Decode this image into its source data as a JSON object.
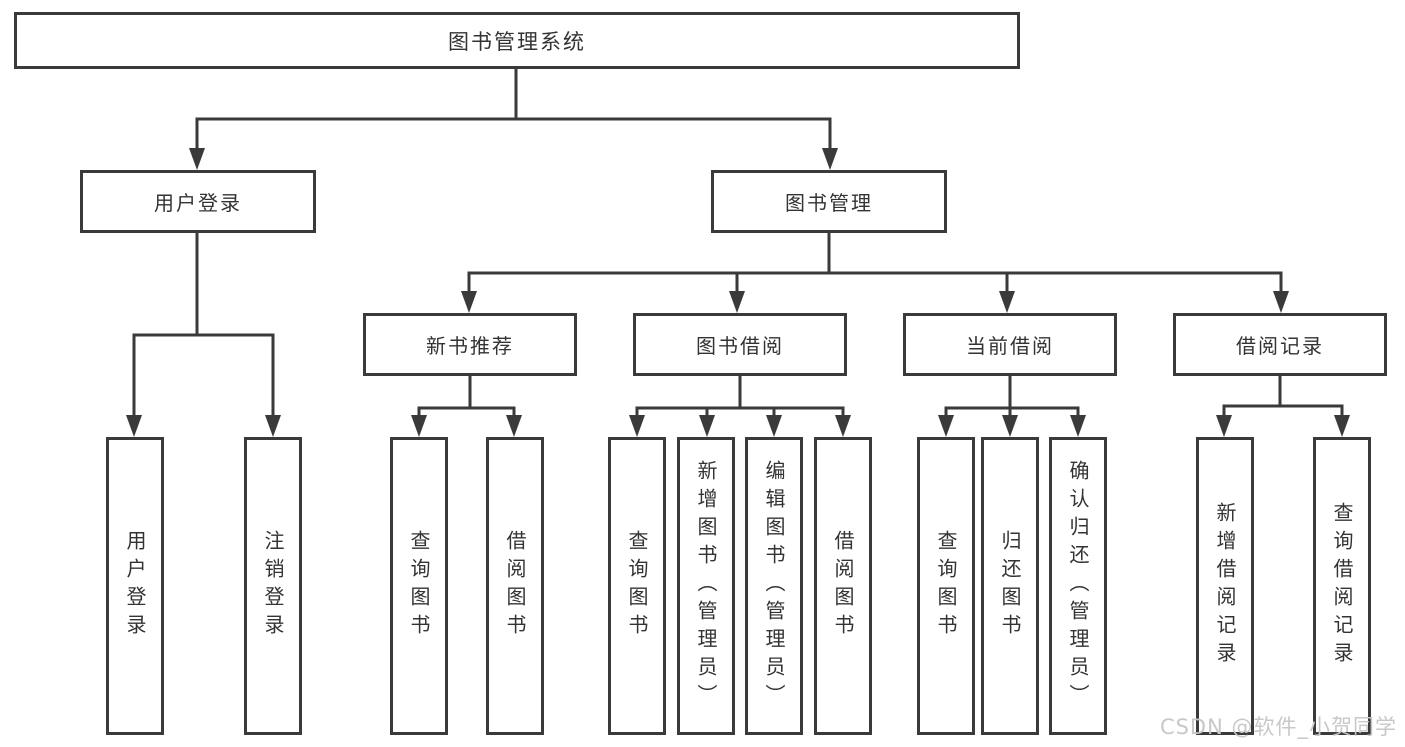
{
  "diagram": {
    "root": {
      "label": "图书管理系统"
    },
    "level2": {
      "user_login": {
        "label": "用户登录"
      },
      "book_management": {
        "label": "图书管理"
      }
    },
    "level3": {
      "new_book_recommend": {
        "label": "新书推荐"
      },
      "book_borrowing": {
        "label": "图书借阅"
      },
      "current_borrowing": {
        "label": "当前借阅"
      },
      "borrowing_records": {
        "label": "借阅记录"
      }
    },
    "leaves": {
      "user_login": {
        "label": "用户登录"
      },
      "logout": {
        "label": "注销登录"
      },
      "query_books_recommend": {
        "label": "查询图书"
      },
      "borrow_books_recommend": {
        "label": "借阅图书"
      },
      "query_books_borrowing": {
        "label": "查询图书"
      },
      "add_books_admin": {
        "label": "新增图书（管理员）"
      },
      "edit_books_admin": {
        "label": "编辑图书（管理员）"
      },
      "borrow_books_borrowing": {
        "label": "借阅图书"
      },
      "query_books_current": {
        "label": "查询图书"
      },
      "return_books": {
        "label": "归还图书"
      },
      "confirm_return_admin": {
        "label": "确认归还（管理员）"
      },
      "add_borrow_record": {
        "label": "新增借阅记录"
      },
      "query_borrow_record": {
        "label": "查询借阅记录"
      }
    }
  },
  "watermark": {
    "text": "CSDN @软件_小贺同学"
  },
  "colors": {
    "line": "#3a3a3a",
    "box_border": "#3a3a3a",
    "text": "#333333",
    "watermark": "#c8c8c8",
    "background": "#ffffff"
  }
}
